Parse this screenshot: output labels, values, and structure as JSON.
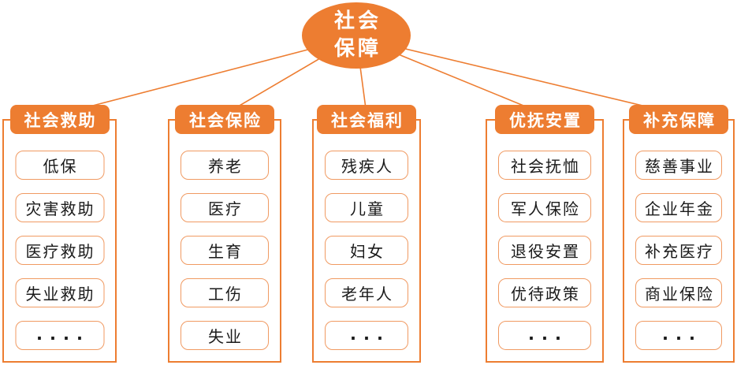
{
  "root": {
    "line1": "社会",
    "line2": "保障"
  },
  "colors": {
    "node_fill": "#ED7D31",
    "connector": "#ED7D31",
    "panel_border": "#ED7D31",
    "item_border": "#F09A62",
    "item_text": "#1A1A1A",
    "header_text": "#FFFFFF",
    "background": "#FFFFFF"
  },
  "branches": [
    {
      "title": "社会救助",
      "items": [
        "低保",
        "灾害救助",
        "医疗救助",
        "失业救助",
        "...."
      ]
    },
    {
      "title": "社会保险",
      "items": [
        "养老",
        "医疗",
        "生育",
        "工伤",
        "失业"
      ]
    },
    {
      "title": "社会福利",
      "items": [
        "残疾人",
        "儿童",
        "妇女",
        "老年人",
        "..."
      ]
    },
    {
      "title": "优抚安置",
      "items": [
        "社会抚恤",
        "军人保险",
        "退役安置",
        "优待政策",
        "..."
      ]
    },
    {
      "title": "补充保障",
      "items": [
        "慈善事业",
        "企业年金",
        "补充医疗",
        "商业保险",
        "..."
      ]
    }
  ]
}
